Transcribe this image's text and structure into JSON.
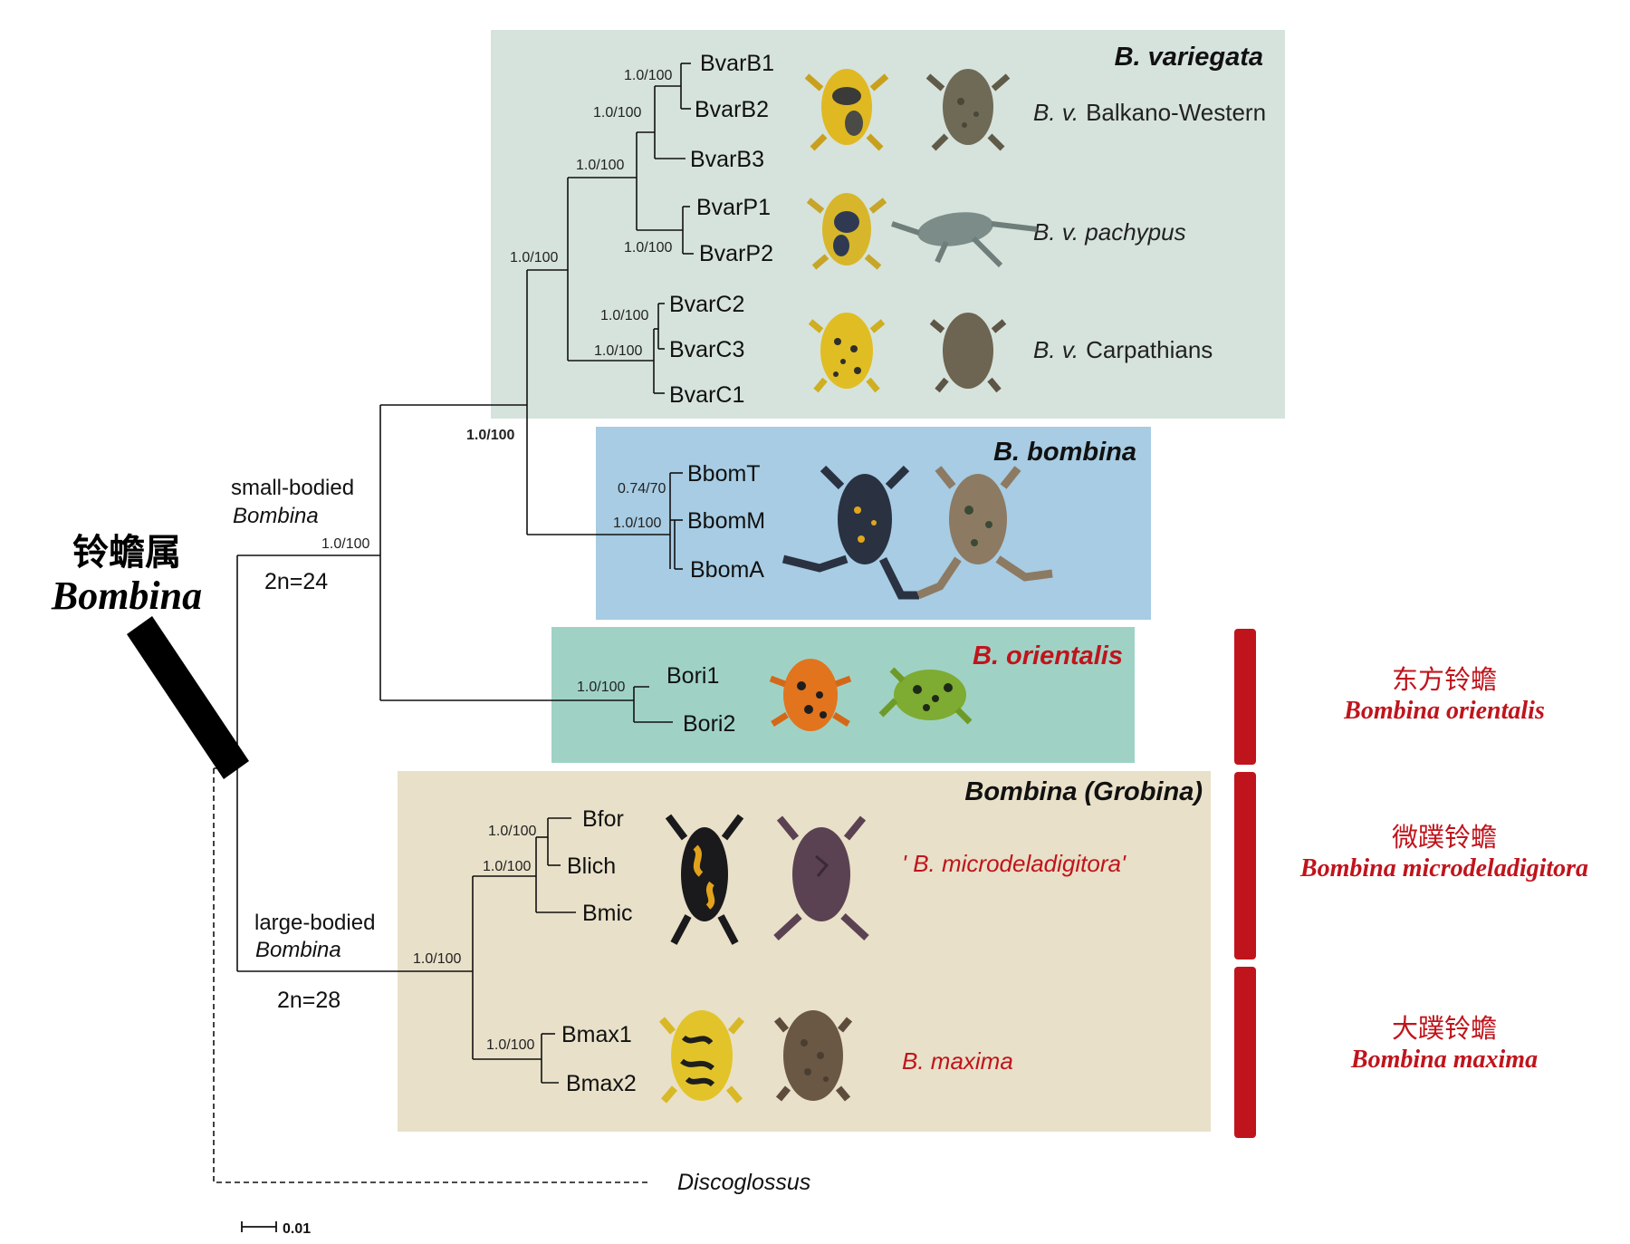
{
  "genus": {
    "chinese": "铃蟾属",
    "latin": "Bombina"
  },
  "clade_small": {
    "label_line1": "small-bodied",
    "label_line2": "Bombina",
    "karyotype": "2n=24",
    "support": "1.0/100"
  },
  "clade_large": {
    "label_line1": "large-bodied",
    "label_line2": "Bombina",
    "karyotype": "2n=28",
    "support": "1.0/100"
  },
  "groups": {
    "variegata": {
      "title": "B. variegata",
      "color": "#d6e3dc"
    },
    "bombina": {
      "title": "B. bombina",
      "color": "#a7cce3"
    },
    "orientalis": {
      "title": "B. orientalis",
      "color": "#9fd2c5",
      "title_color": "#c0141c"
    },
    "grobina": {
      "title": "Bombina (Grobina)",
      "color": "#e8e0c8"
    }
  },
  "populations": {
    "balkano": {
      "abbr": "B. v.",
      "name": "Balkano-Western"
    },
    "pachypus": {
      "text": "B. v. pachypus"
    },
    "carpathians": {
      "abbr": "B. v.",
      "name": "Carpathians"
    },
    "microdeladigitora": {
      "text": "' B. microdeladigitora'"
    },
    "maxima": {
      "text": "B. maxima"
    }
  },
  "tips": {
    "BvarB1": "BvarB1",
    "BvarB2": "BvarB2",
    "BvarB3": "BvarB3",
    "BvarP1": "BvarP1",
    "BvarP2": "BvarP2",
    "BvarC2": "BvarC2",
    "BvarC3": "BvarC3",
    "BvarC1": "BvarC1",
    "BbomT": "BbomT",
    "BbomM": "BbomM",
    "BbomA": "BbomA",
    "Bori1": "Bori1",
    "Bori2": "Bori2",
    "Bfor": "Bfor",
    "Blich": "Blich",
    "Bmic": "Bmic",
    "Bmax1": "Bmax1",
    "Bmax2": "Bmax2",
    "outgroup": "Discoglossus"
  },
  "supports": {
    "b1b2": "1.0/100",
    "b12b3": "1.0/100",
    "bp": "1.0/100",
    "p1p2": "1.0/100",
    "var": "1.0/100",
    "c2c3": "1.0/100",
    "c23c1": "1.0/100",
    "var_bom": "1.0/100",
    "bom_t": "0.74/70",
    "bom_ma": "1.0/100",
    "ori": "1.0/100",
    "for_lich": "1.0/100",
    "flm": "1.0/100",
    "max": "1.0/100"
  },
  "species_labels": {
    "orientalis": {
      "chinese": "东方铃蟾",
      "latin": "Bombina orientalis"
    },
    "microdeladigitora": {
      "chinese": "微蹼铃蟾",
      "latin": "Bombina microdeladigitora"
    },
    "maxima": {
      "chinese": "大蹼铃蟾",
      "latin": "Bombina maxima"
    }
  },
  "scale_bar": {
    "label": "0.01"
  },
  "colors": {
    "accent_red": "#c0141c",
    "bar_red": "#c0141c"
  }
}
